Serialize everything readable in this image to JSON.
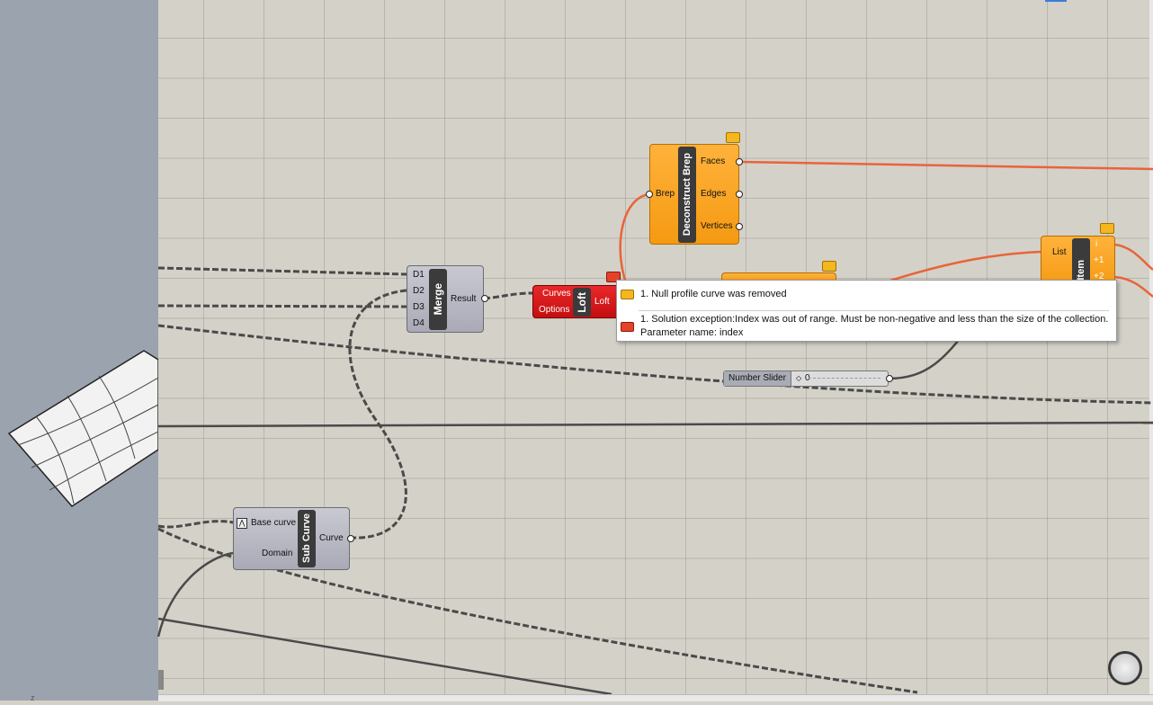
{
  "merge": {
    "title": "Merge",
    "inputs": [
      "D1",
      "D2",
      "D3",
      "D4"
    ],
    "output": "Result"
  },
  "loft": {
    "title": "Loft",
    "inputs": [
      "Curves",
      "Options"
    ],
    "output": "Loft"
  },
  "deconstruct_brep": {
    "title": "Deconstruct Brep",
    "input": "Brep",
    "outputs": [
      "Faces",
      "Edges",
      "Vertices"
    ]
  },
  "list_item": {
    "title": "Item",
    "input": "List",
    "outputs": [
      "i",
      "+1",
      "+2"
    ]
  },
  "sub_curve": {
    "title": "Sub Curve",
    "inputs": [
      "Base curve",
      "Domain"
    ],
    "output": "Curve"
  },
  "number_slider": {
    "label": "Number Slider",
    "value": "0"
  },
  "tooltip": {
    "warning": "1. Null profile curve was removed",
    "error_line1": "1. Solution exception:Index was out of range. Must be non-negative and less than the size of the collection.",
    "error_line2": "Parameter name: index"
  },
  "colors": {
    "canvas": "#d4d1c8",
    "viewport": "#9ba4ae",
    "wire_active": "#e8643a",
    "component_orange": "#f59a12",
    "component_error": "#c40e10"
  }
}
